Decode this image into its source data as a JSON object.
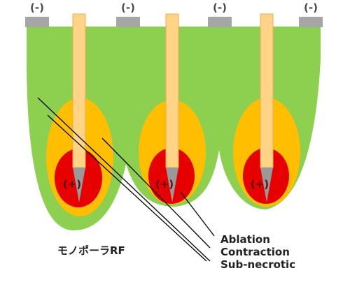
{
  "diagram": {
    "title": "モノポーラRF",
    "negative_label": "(-)",
    "positive_label": "(+)",
    "legend": {
      "ablation": "Ablation",
      "contraction": "Contraction",
      "sub_necrotic": "Sub-necrotic"
    },
    "colors": {
      "tissue": "#8dcf4f",
      "contraction_zone": "#ffbf00",
      "ablation_zone": "#e60000",
      "electrode": "#ffd487",
      "electrode_edge": "#f3a94c",
      "electrode_tip": "#999999",
      "return_pad": "#a6a6a6",
      "leader_line": "#000000"
    },
    "icons": [
      "electrode-needle-icon",
      "return-pad-icon"
    ]
  }
}
